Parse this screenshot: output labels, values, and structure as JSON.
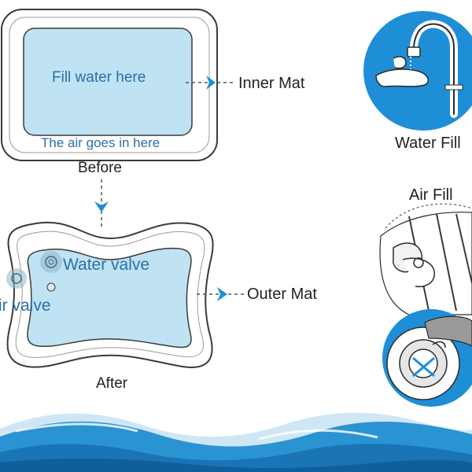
{
  "before": {
    "fill_water_text": "Fill water here",
    "air_text": "The air goes in here",
    "caption": "Before",
    "pointer_label": "Inner Mat"
  },
  "after": {
    "water_valve_text": "Water valve",
    "air_valve_text": "ir valve",
    "caption": "After",
    "pointer_label": "Outer Mat"
  },
  "right_panel": {
    "water_fill_label": "Water Fill",
    "air_fill_label": "Air Fill"
  },
  "colors": {
    "accent_blue": "#1e8fd6",
    "mat_fill": "#bfe3f2",
    "text_blue": "#2b6fa8",
    "wave_dark": "#1f8ac9"
  }
}
